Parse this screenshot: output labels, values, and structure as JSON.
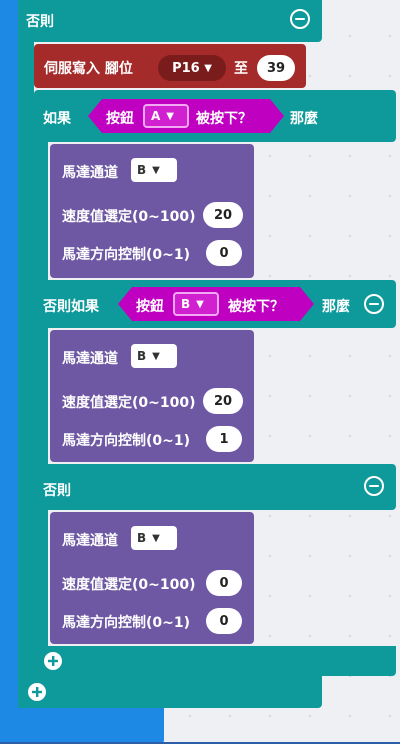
{
  "else_label": "否則",
  "servo": {
    "prefix": "伺服寫入 腳位",
    "pin": "P16",
    "to": "至",
    "value": "39"
  },
  "if_block": {
    "if_label": "如果",
    "button_label": "按鈕",
    "button_value": "A",
    "pressed_label": "被按下？",
    "then_label": "那麼"
  },
  "elseif_block": {
    "elseif_label": "否則如果",
    "button_label": "按鈕",
    "button_value": "B",
    "pressed_label": "被按下？",
    "then_label": "那麼"
  },
  "inner_else_label": "否則",
  "motor_blocks": [
    {
      "channel_label": "馬達通道",
      "channel": "B",
      "speed_label": "速度值選定(0~100)",
      "speed": "20",
      "dir_label": "馬達方向控制(0~1)",
      "dir": "0"
    },
    {
      "channel_label": "馬達通道",
      "channel": "B",
      "speed_label": "速度值選定(0~100)",
      "speed": "20",
      "dir_label": "馬達方向控制(0~1)",
      "dir": "1"
    },
    {
      "channel_label": "馬達通道",
      "channel": "B",
      "speed_label": "速度值選定(0~100)",
      "speed": "0",
      "dir_label": "馬達方向控制(0~1)",
      "dir": "0"
    }
  ],
  "icons": {
    "caret": "▼",
    "minus": "minus-circle-icon",
    "plus": "plus-circle-icon"
  }
}
